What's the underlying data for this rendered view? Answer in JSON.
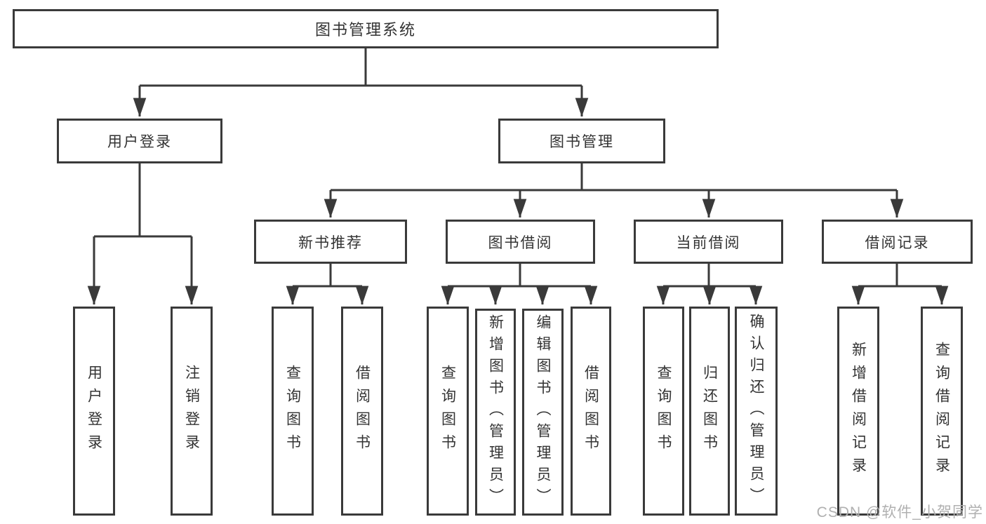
{
  "diagram": {
    "type": "hierarchy-tree",
    "root": {
      "label": "图书管理系统",
      "children": [
        {
          "label": "用户登录",
          "children": [
            {
              "label": "用户登录"
            },
            {
              "label": "注销登录"
            }
          ]
        },
        {
          "label": "图书管理",
          "children": [
            {
              "label": "新书推荐",
              "children": [
                {
                  "label": "查询图书"
                },
                {
                  "label": "借阅图书"
                }
              ]
            },
            {
              "label": "图书借阅",
              "children": [
                {
                  "label": "查询图书"
                },
                {
                  "label": "新增图书（管理员）"
                },
                {
                  "label": "编辑图书（管理员）"
                },
                {
                  "label": "借阅图书"
                }
              ]
            },
            {
              "label": "当前借阅",
              "children": [
                {
                  "label": "查询图书"
                },
                {
                  "label": "归还图书"
                },
                {
                  "label": "确认归还（管理员）"
                }
              ]
            },
            {
              "label": "借阅记录",
              "children": [
                {
                  "label": "新增借阅记录"
                },
                {
                  "label": "查询借阅记录"
                }
              ]
            }
          ]
        }
      ]
    },
    "colors": {
      "line": "#3a3a3a",
      "box_border": "#3a3a3a",
      "box_fill": "#ffffff",
      "text": "#333333",
      "background": "#ffffff",
      "watermark": "#b0b0b0"
    }
  },
  "watermark": "CSDN @软件_小贺同学"
}
